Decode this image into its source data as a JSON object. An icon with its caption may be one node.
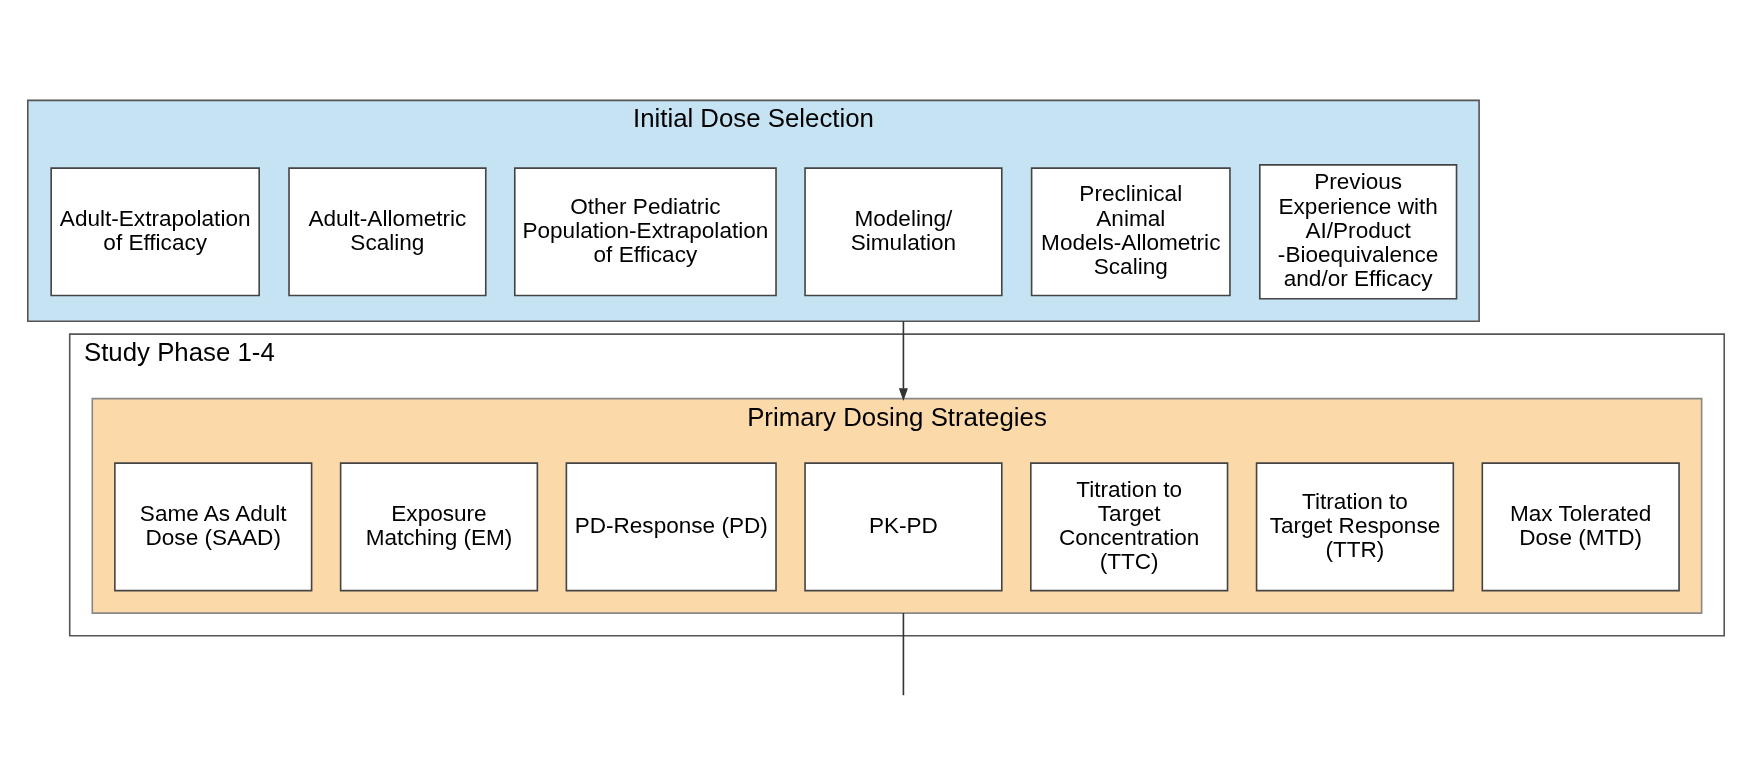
{
  "diagram": {
    "nodes": [
      {
        "text": [
          "Initial Dose Selection"
        ]
      },
      {
        "text": [
          "Adult-Extrapolation of Efficacy"
        ],
        "in": 0
      },
      {
        "text": [
          "Adult-Allometric Scaling"
        ],
        "in": 0
      },
      {
        "text": [
          "Other Pediatric Population-Extrapolation of Efficacy"
        ],
        "in": 0
      },
      {
        "text": [
          "Modeling/ Simulation"
        ],
        "in": 0
      },
      {
        "text": [
          "Preclinical Animal Models-Allometric Scaling"
        ],
        "in": 0
      },
      {
        "text": [
          "Previous Experience with AI/Product -Bioequivalence and/or Efficacy"
        ],
        "in": 0
      },
      {
        "text": [
          "Study Phase 1-4"
        ]
      },
      {
        "text": [
          "Primary Dosing Strategies"
        ],
        "in": 7
      },
      {
        "text": [
          "Same As Adult Dose (SAAD)"
        ],
        "in": 8
      },
      {
        "text": [
          "Exposure Matching (EM)"
        ],
        "in": 8
      },
      {
        "text": [
          "PD-Response (PD)"
        ],
        "in": 8
      },
      {
        "text": [
          "PK-PD"
        ],
        "in": 8
      },
      {
        "text": [
          "Titration to Target Concentration (TTC)"
        ],
        "in": 8
      },
      {
        "text": [
          "Titration to Target Response (TTR)"
        ],
        "in": 8
      },
      {
        "text": [
          "Max Tolerated Dose (MTD)"
        ],
        "in": 8
      }
    ],
    "edges": [
      {
        "from": 0,
        "to": 8,
        "arrow": "to"
      },
      {
        "from": 8,
        "to": null,
        "arrow": "none"
      }
    ]
  }
}
